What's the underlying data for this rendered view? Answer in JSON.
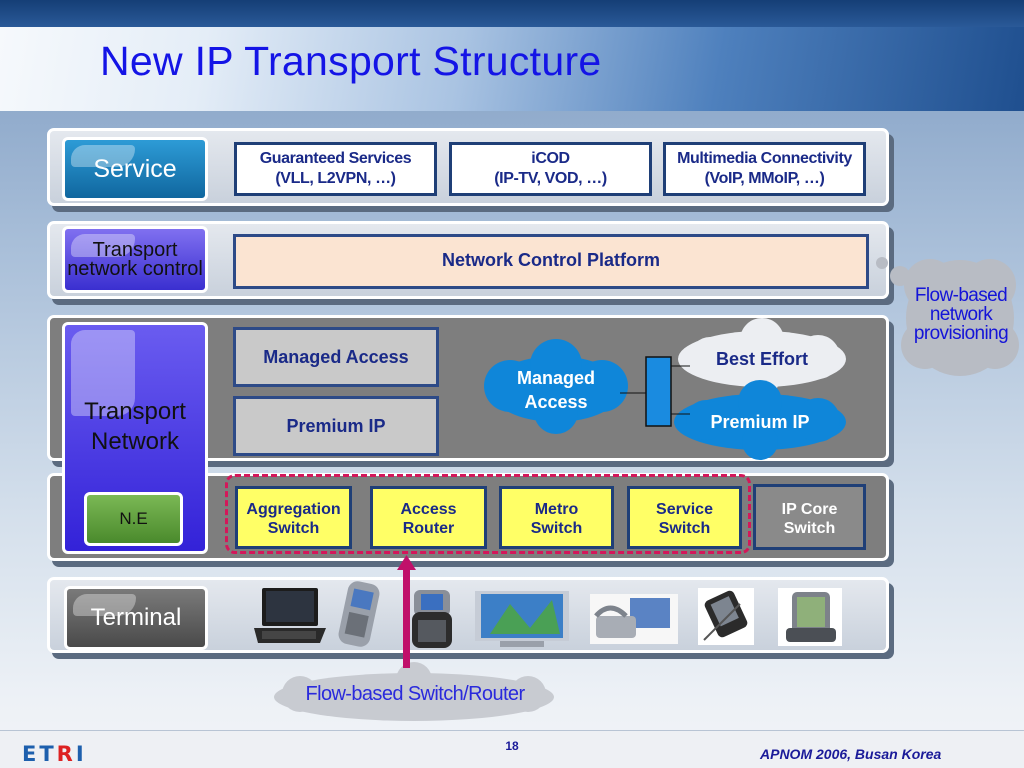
{
  "slide": {
    "title": "New IP Transport Structure",
    "page_number": "18",
    "footer_right": "APNOM 2006, Busan Korea",
    "logo": "ETRI"
  },
  "layers": {
    "service": {
      "label": "Service",
      "boxes": [
        {
          "line1": "Guaranteed Services",
          "line2": "(VLL, L2VPN, …)"
        },
        {
          "line1": "iCOD",
          "line2": "(IP-TV, VOD, …)"
        },
        {
          "line1": "Multimedia Connectivity",
          "line2": "(VoIP, MMoIP, …)"
        }
      ]
    },
    "transport_control": {
      "label": "Transport network control",
      "platform": "Network Control Platform"
    },
    "transport_network": {
      "label_line1": "Transport",
      "label_line2": "Network",
      "boxes": [
        "Managed Access",
        "Premium IP"
      ],
      "clouds": {
        "managed_access_l1": "Managed",
        "managed_access_l2": "Access",
        "best_effort": "Best Effort",
        "premium_ip": "Premium IP"
      }
    },
    "ne": {
      "label": "N.E",
      "switches": [
        {
          "line1": "Aggregation",
          "line2": "Switch"
        },
        {
          "line1": "Access",
          "line2": "Router"
        },
        {
          "line1": "Metro",
          "line2": "Switch"
        },
        {
          "line1": "Service",
          "line2": "Switch"
        },
        {
          "line1": "IP Core",
          "line2": "Switch"
        }
      ]
    },
    "terminal": {
      "label": "Terminal",
      "devices": [
        "laptop",
        "mobile-phone",
        "flip-phone",
        "tv",
        "video-phone",
        "pda-stylus",
        "pda"
      ]
    }
  },
  "callouts": {
    "flow_provisioning_l1": "Flow-based",
    "flow_provisioning_l2": "network",
    "flow_provisioning_l3": "provisioning",
    "flow_switch": "Flow-based Switch/Router"
  },
  "colors": {
    "title": "#1414e6",
    "box_text": "#1a2a88",
    "highlight_yellow": "#ffff66",
    "dashed_border": "#d4175a",
    "arrow": "#c0106a"
  }
}
